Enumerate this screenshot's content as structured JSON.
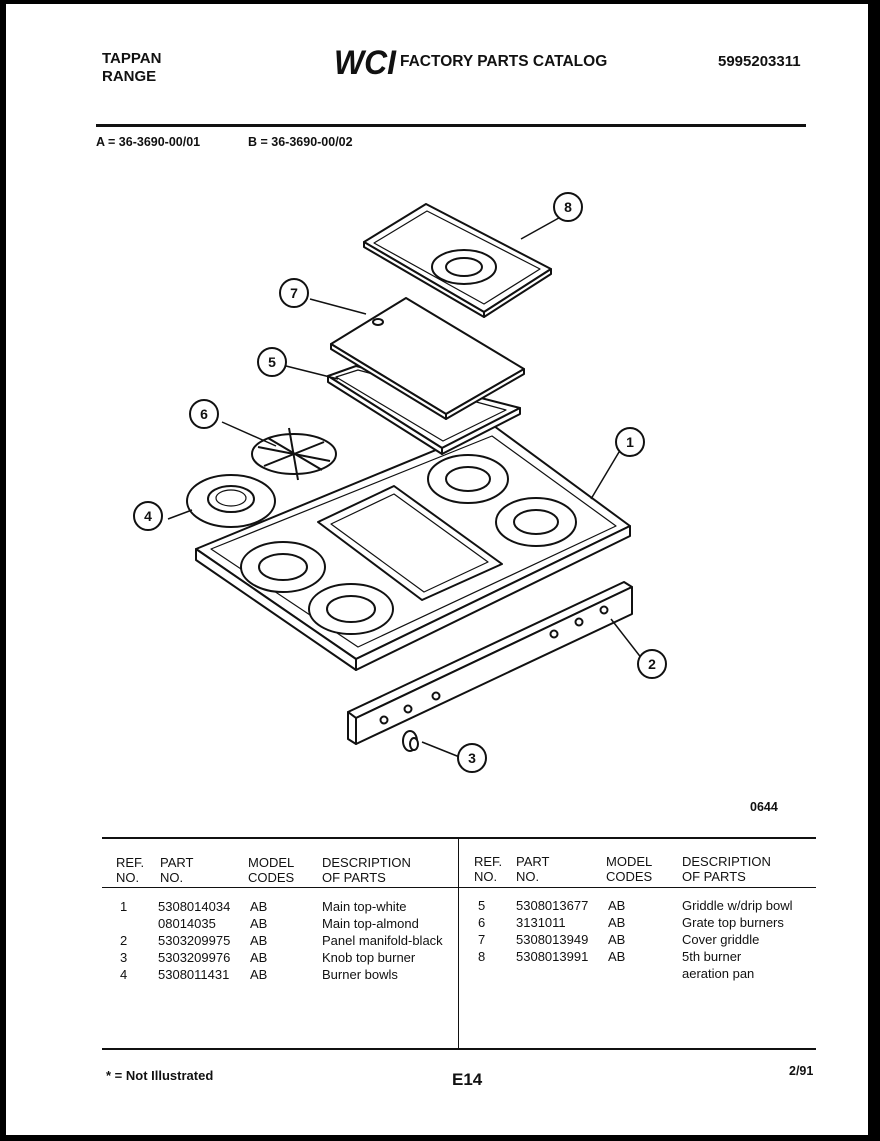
{
  "header": {
    "brand": "TAPPAN",
    "product": "RANGE",
    "logo": "WCI",
    "catalog_title": "FACTORY PARTS CATALOG",
    "catalog_number": "5995203311"
  },
  "model_codes": [
    {
      "code": "A",
      "model": "36-3690-00/01",
      "text": "A = 36-3690-00/01"
    },
    {
      "code": "B",
      "model": "36-3690-00/02",
      "text": "B = 36-3690-00/02"
    }
  ],
  "diagram": {
    "drawing_number": "0644",
    "callouts": [
      "1",
      "2",
      "3",
      "4",
      "5",
      "6",
      "7",
      "8"
    ]
  },
  "table": {
    "headers": {
      "ref_1": "REF.",
      "ref_2": "NO.",
      "part_1": "PART",
      "part_2": "NO.",
      "model_1": "MODEL",
      "model_2": "CODES",
      "desc_1": "DESCRIPTION",
      "desc_2": "OF PARTS"
    },
    "left_rows": [
      {
        "ref": "1",
        "part": "5308014034",
        "codes": "AB",
        "desc": "Main top-white"
      },
      {
        "ref": "",
        "part": "08014035",
        "codes": "AB",
        "desc": "Main top-almond"
      },
      {
        "ref": "2",
        "part": "5303209975",
        "codes": "AB",
        "desc": "Panel manifold-black"
      },
      {
        "ref": "3",
        "part": "5303209976",
        "codes": "AB",
        "desc": "Knob top burner"
      },
      {
        "ref": "4",
        "part": "5308011431",
        "codes": "AB",
        "desc": "Burner bowls"
      }
    ],
    "right_rows": [
      {
        "ref": "5",
        "part": "5308013677",
        "codes": "AB",
        "desc": "Griddle w/drip bowl"
      },
      {
        "ref": "6",
        "part": "3131011",
        "codes": "AB",
        "desc": "Grate top burners"
      },
      {
        "ref": "7",
        "part": "5308013949",
        "codes": "AB",
        "desc": "Cover griddle"
      },
      {
        "ref": "8",
        "part": "5308013991",
        "codes": "AB",
        "desc": "5th burner"
      },
      {
        "ref": "",
        "part": "",
        "codes": "",
        "desc": "aeration pan"
      }
    ]
  },
  "footer": {
    "note": "* = Not Illustrated",
    "page": "E14",
    "date": "2/91"
  }
}
